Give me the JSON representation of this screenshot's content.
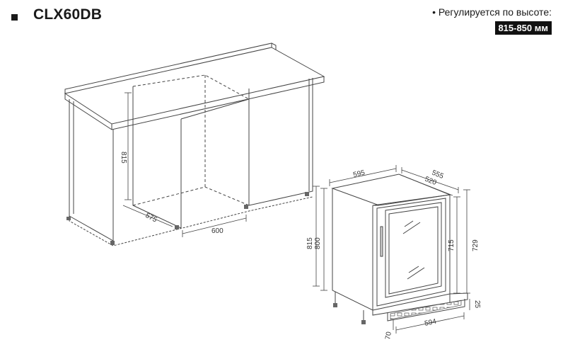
{
  "header": {
    "model": "CLX60DB",
    "height_adjust_label": "• Регулируется по высоте:",
    "height_adjust_range": "815-850 мм"
  },
  "dimensions": {
    "cabinet_height": "815",
    "cabinet_depth": "575",
    "cabinet_width": "600",
    "width_top": "595",
    "depth_total": "555",
    "depth_body": "520",
    "height_max": "815",
    "height_min": "800",
    "height_door": "715",
    "height_body": "729",
    "plinth_height": "70",
    "plinth_width": "594",
    "plinth_depth": "25"
  },
  "colors": {
    "line": "#444444",
    "ink": "#1a1a1a"
  }
}
